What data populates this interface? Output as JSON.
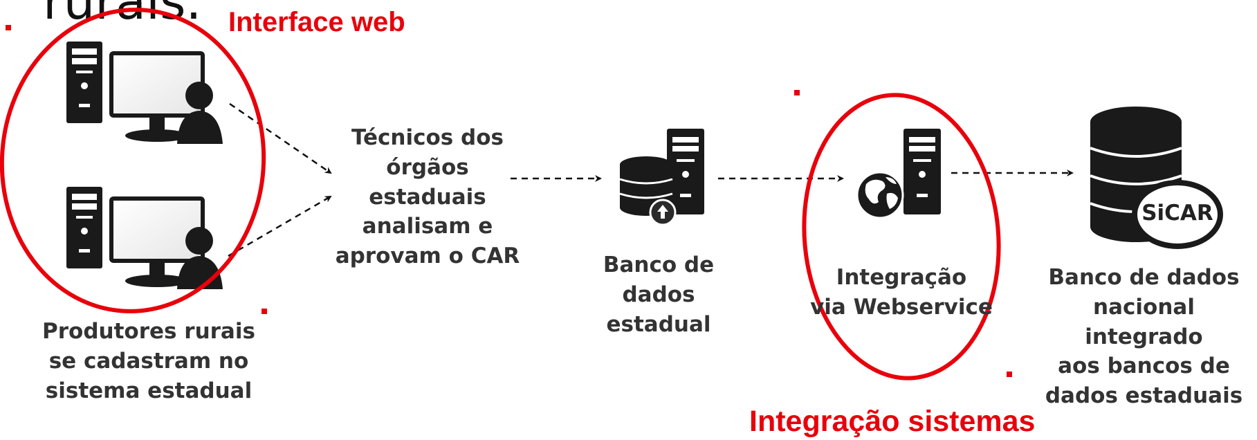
{
  "header": {
    "cut_text": "rurais."
  },
  "annotations": {
    "interface_web": "Interface web",
    "integracao_sistemas": "Integração sistemas"
  },
  "steps": {
    "producers": "Produtores rurais\nse cadastram no\nsistema estadual",
    "technicians": "Técnicos dos\nórgãos\nestaduais\nanalisam e\naprovam o CAR",
    "state_db": "Banco de\ndados\nestadual",
    "integration": "Integração\nvia Webservice",
    "national_db": "Banco de dados\nnacional integrado\naos bancos de\ndados estaduais"
  },
  "sicar_label": "SiCAR",
  "colors": {
    "highlight": "#e8000b",
    "icon": "#1a1a1a",
    "text": "#333333"
  },
  "icons": [
    "computer-user-icon",
    "server-database-icon",
    "server-globe-icon",
    "database-icon"
  ]
}
